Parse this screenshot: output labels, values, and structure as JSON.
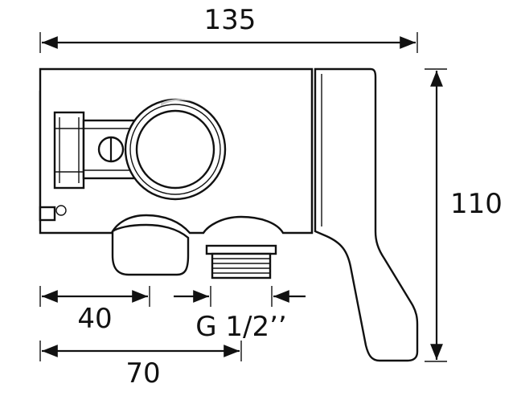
{
  "dimensions": {
    "width_label": "135",
    "height_label": "110",
    "offset_40_label": "40",
    "offset_70_label": "70",
    "thread_label": "G 1/2’’"
  },
  "colors": {
    "line": "#111111",
    "shade": "#c9c9c9",
    "background": "#ffffff"
  }
}
